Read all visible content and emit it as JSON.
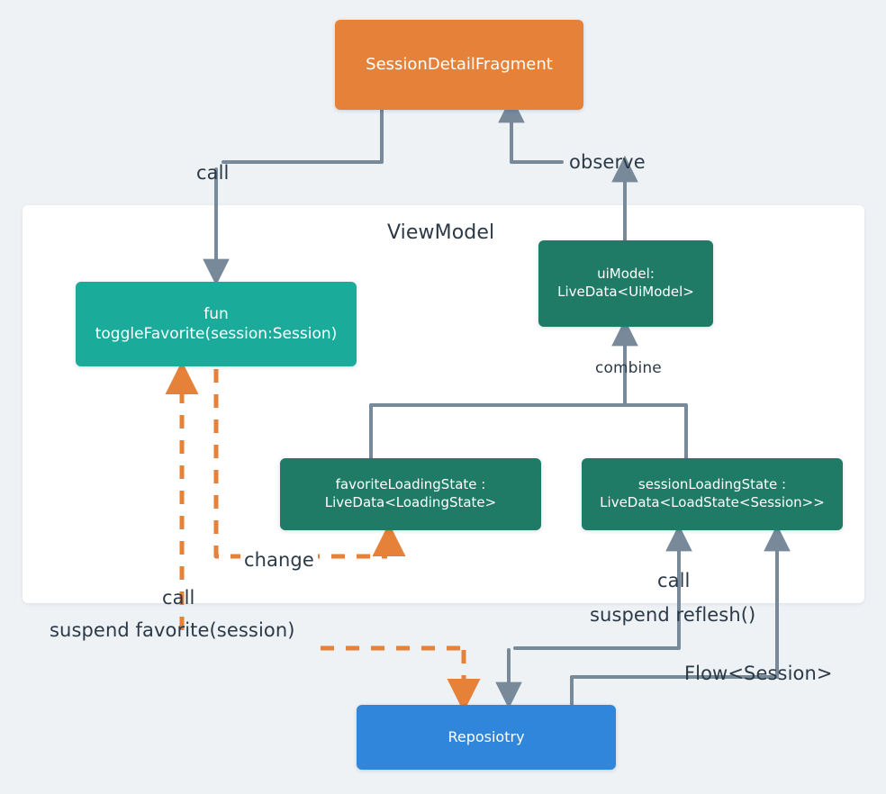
{
  "diagram": {
    "title": "Android ViewModel / Repository data flow",
    "background": "#eef2f5",
    "colors": {
      "orange": "#e58139",
      "teal": "#1aab9b",
      "green": "#1f7a66",
      "blue": "#3086db",
      "wire": "#78899a",
      "text": "#2c3a47"
    }
  },
  "panel": {
    "label": "ViewModel"
  },
  "nodes": {
    "fragment": {
      "label": "SessionDetailFragment",
      "color": "orange"
    },
    "toggle_favorite": {
      "label": "fun toggleFavorite(session:Session)",
      "color": "teal"
    },
    "ui_model": {
      "label": "uiModel:\nLiveData<UiModel>",
      "color": "green"
    },
    "favorite_loading_state": {
      "label": "favoriteLoadingState :\nLiveData<LoadingState>",
      "color": "green"
    },
    "session_loading_state": {
      "label": "sessionLoadingState :\nLiveData<LoadState<Session>>",
      "color": "green"
    },
    "repository": {
      "label": "Reposiotry",
      "color": "blue"
    }
  },
  "edges": {
    "call_toggle": "call",
    "observe": "observe",
    "combine": "combine",
    "change": "change",
    "call_favorite": "call",
    "suspend_favorite": "suspend favorite(session)",
    "call_refresh": "call",
    "suspend_refresh": "suspend reflesh()",
    "flow_session": "Flow<Session>"
  }
}
